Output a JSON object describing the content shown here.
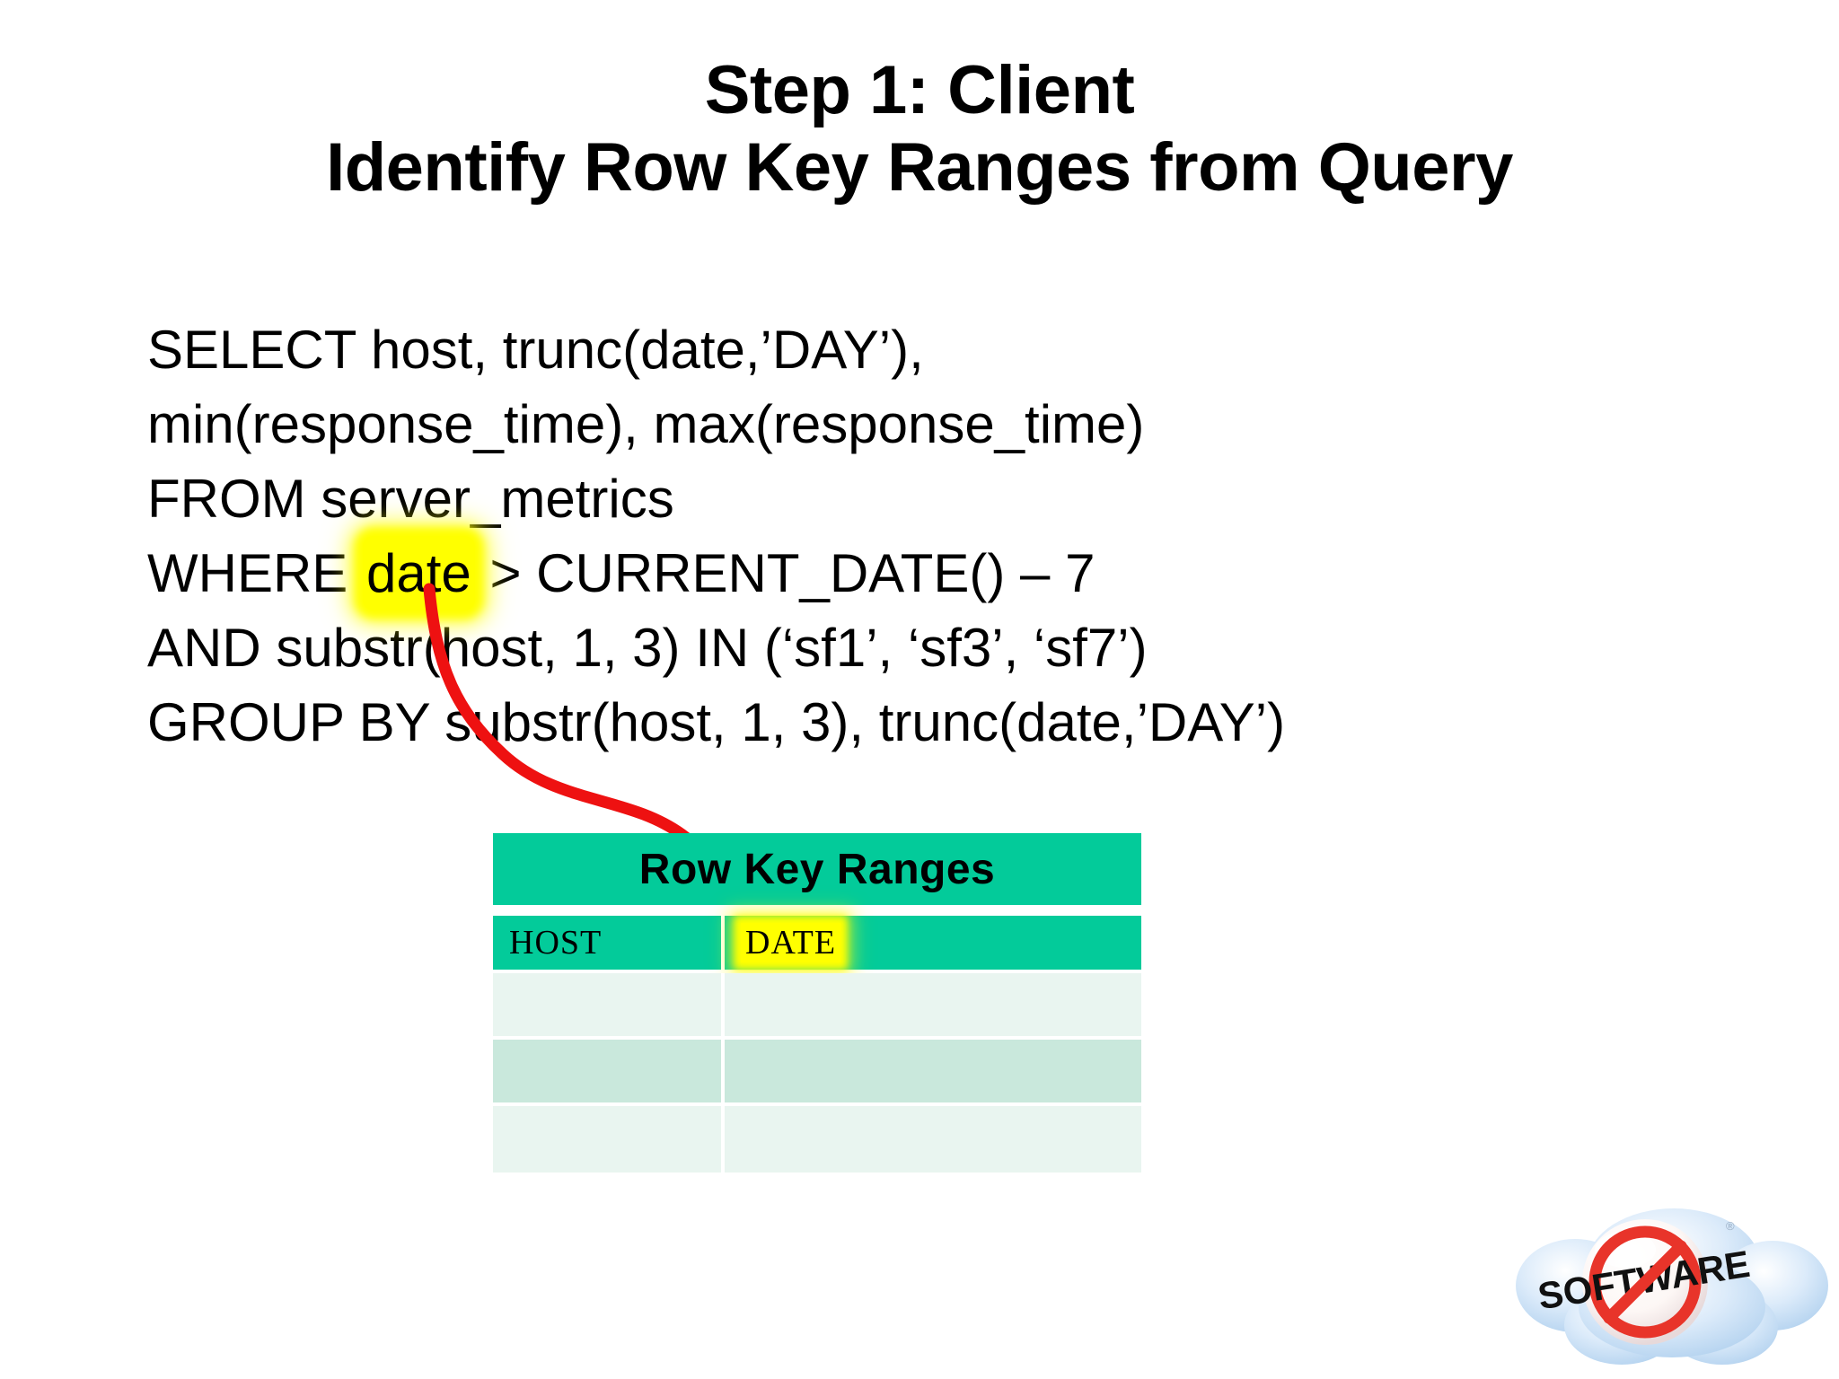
{
  "slide": {
    "title": {
      "line1": "Step 1: Client",
      "line2": "Identify Row Key Ranges from Query"
    },
    "query": {
      "line1": "SELECT host, trunc(date,’DAY’),",
      "line2": "min(response_time), max(response_time)",
      "line3": "FROM server_metrics",
      "line4_prefix": "WHERE ",
      "line4_highlight": "date",
      "line4_suffix": " > CURRENT_DATE() – 7",
      "line5": "AND substr(host, 1, 3) IN (‘sf1’, ‘sf3’, ‘sf7’)",
      "line6": "GROUP BY substr(host, 1, 3), trunc(date,’DAY’)"
    },
    "table": {
      "header": "Row Key Ranges",
      "columns": [
        {
          "label": "HOST",
          "highlighted": false
        },
        {
          "label": "DATE",
          "highlighted": true
        }
      ],
      "body_rows": [
        {
          "host": "",
          "date": ""
        },
        {
          "host": "",
          "date": ""
        },
        {
          "host": "",
          "date": ""
        }
      ]
    },
    "logo": {
      "text": "SOFTWARE",
      "registered_mark": "®"
    },
    "colors": {
      "table_green": "#03cb9a",
      "row_light": "#e9f5f0",
      "row_dark": "#c9e8dc",
      "highlight_yellow": "#ffff00",
      "connector_red": "#ee1111",
      "cloud_blue": "#cfe2f5",
      "prohibition_red": "#e8342a",
      "text_black": "#000000",
      "background": "#ffffff"
    }
  }
}
